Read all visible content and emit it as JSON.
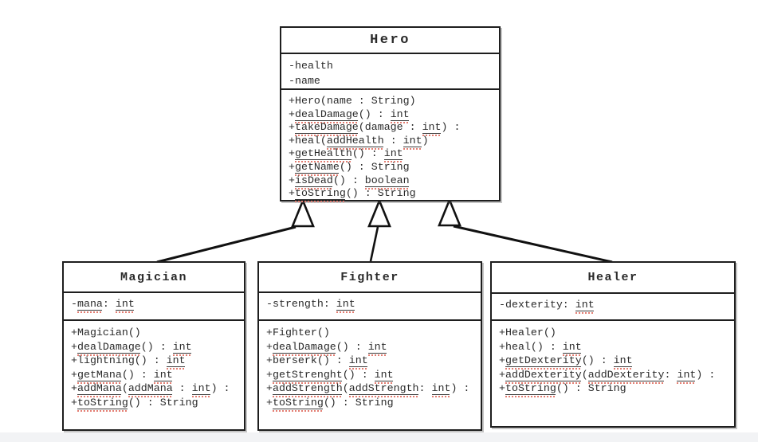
{
  "diagram": {
    "type": "uml-class-diagram",
    "colors": {
      "background": "#ffffff",
      "border": "#1e1e1e",
      "text": "#2a2a2a",
      "squiggle": "#e37d72",
      "solid_underline": "#3a3a3a",
      "bottom_strip": "#f2f3f5"
    },
    "classes": [
      {
        "id": "hero",
        "title": "Hero",
        "attributes": [
          [
            {
              "t": "-health",
              "u": false
            }
          ],
          [
            {
              "t": "-name",
              "u": false
            }
          ]
        ],
        "methods": [
          [
            {
              "t": "+Hero(name : String)",
              "u": false
            }
          ],
          [
            {
              "t": "+",
              "u": false
            },
            {
              "t": "dealDamage",
              "u": true
            },
            {
              "t": "() : ",
              "u": false
            },
            {
              "t": "int",
              "u": true
            }
          ],
          [
            {
              "t": "+",
              "u": false
            },
            {
              "t": "takeDamage",
              "u": true
            },
            {
              "t": "(damage : ",
              "u": false
            },
            {
              "t": "int",
              "u": true
            },
            {
              "t": ") :",
              "u": false
            }
          ],
          [
            {
              "t": "+heal(",
              "u": false
            },
            {
              "t": "addHealth",
              "u": true
            },
            {
              "t": " : ",
              "u": false
            },
            {
              "t": "int",
              "u": true
            },
            {
              "t": ")",
              "u": false
            }
          ],
          [
            {
              "t": "+",
              "u": false
            },
            {
              "t": "getHealth",
              "u": true
            },
            {
              "t": "() : ",
              "u": false
            },
            {
              "t": "int",
              "u": true
            }
          ],
          [
            {
              "t": "+",
              "u": false
            },
            {
              "t": "getName",
              "u": true
            },
            {
              "t": "() : String",
              "u": false
            }
          ],
          [
            {
              "t": "+",
              "u": false
            },
            {
              "t": "isDead",
              "u": true
            },
            {
              "t": "() : ",
              "u": false
            },
            {
              "t": "boolean",
              "u": true
            }
          ],
          [
            {
              "t": "+",
              "u": false
            },
            {
              "t": "toString",
              "u": true
            },
            {
              "t": "() : String",
              "u": false
            }
          ]
        ]
      },
      {
        "id": "magician",
        "title": "Magician",
        "attributes": [
          [
            {
              "t": "-",
              "u": false
            },
            {
              "t": "mana",
              "u": true
            },
            {
              "t": ": ",
              "u": false
            },
            {
              "t": "int",
              "u": true
            }
          ]
        ],
        "methods": [
          [
            {
              "t": "+Magician()",
              "u": false
            }
          ],
          [
            {
              "t": "+",
              "u": false
            },
            {
              "t": "dealDamage",
              "u": true
            },
            {
              "t": "() : ",
              "u": false
            },
            {
              "t": "int",
              "u": true
            }
          ],
          [
            {
              "t": "+lightning() : ",
              "u": false
            },
            {
              "t": "int",
              "u": true
            }
          ],
          [
            {
              "t": "+",
              "u": false
            },
            {
              "t": "getMana",
              "u": true
            },
            {
              "t": "() : ",
              "u": false
            },
            {
              "t": "int",
              "u": true
            }
          ],
          [
            {
              "t": "+",
              "u": false
            },
            {
              "t": "addMana",
              "u": true
            },
            {
              "t": "(",
              "u": false
            },
            {
              "t": "addMana",
              "u": true
            },
            {
              "t": " : ",
              "u": false
            },
            {
              "t": "int",
              "u": true
            },
            {
              "t": ") :",
              "u": false
            }
          ],
          [
            {
              "t": "+",
              "u": false
            },
            {
              "t": "toString",
              "u": true
            },
            {
              "t": "() : String",
              "u": false
            }
          ]
        ]
      },
      {
        "id": "fighter",
        "title": "Fighter",
        "attributes": [
          [
            {
              "t": "-strength: ",
              "u": false
            },
            {
              "t": "int",
              "u": true
            }
          ]
        ],
        "methods": [
          [
            {
              "t": "+Fighter()",
              "u": false
            }
          ],
          [
            {
              "t": "+",
              "u": false
            },
            {
              "t": "dealDamage",
              "u": true
            },
            {
              "t": "() : ",
              "u": false
            },
            {
              "t": "int",
              "u": true
            }
          ],
          [
            {
              "t": "+berserk() : ",
              "u": false
            },
            {
              "t": "int",
              "u": true
            }
          ],
          [
            {
              "t": "+",
              "u": false
            },
            {
              "t": "getStrenght",
              "u": true
            },
            {
              "t": "() : ",
              "u": false
            },
            {
              "t": "int",
              "u": true
            }
          ],
          [
            {
              "t": "+",
              "u": false
            },
            {
              "t": "addStrength",
              "u": true
            },
            {
              "t": "(",
              "u": false
            },
            {
              "t": "addStrength",
              "u": true
            },
            {
              "t": ": ",
              "u": false
            },
            {
              "t": "int",
              "u": true
            },
            {
              "t": ") :",
              "u": false
            }
          ],
          [
            {
              "t": "+",
              "u": false
            },
            {
              "t": "toString",
              "u": true
            },
            {
              "t": "() : String",
              "u": false
            }
          ]
        ]
      },
      {
        "id": "healer",
        "title": "Healer",
        "attributes": [
          [
            {
              "t": "-dexterity: ",
              "u": false
            },
            {
              "t": "int",
              "u": true
            }
          ]
        ],
        "methods": [
          [
            {
              "t": "+Healer()",
              "u": false
            }
          ],
          [
            {
              "t": "+heal() : ",
              "u": false
            },
            {
              "t": "int",
              "u": true
            }
          ],
          [
            {
              "t": "+",
              "u": false
            },
            {
              "t": "getDexterity",
              "u": true
            },
            {
              "t": "() : ",
              "u": false
            },
            {
              "t": "int",
              "u": true
            }
          ],
          [
            {
              "t": "+",
              "u": false
            },
            {
              "t": "addDexterity",
              "u": true
            },
            {
              "t": "(",
              "u": false
            },
            {
              "t": "addDexterity",
              "u": true
            },
            {
              "t": ": ",
              "u": false
            },
            {
              "t": "int",
              "u": true
            },
            {
              "t": ") :",
              "u": false
            }
          ],
          [
            {
              "t": "+",
              "u": false
            },
            {
              "t": "toString",
              "u": true
            },
            {
              "t": "() : String",
              "u": false
            }
          ]
        ]
      }
    ],
    "relations": [
      {
        "from": "Magician",
        "to": "Hero",
        "type": "generalization"
      },
      {
        "from": "Fighter",
        "to": "Hero",
        "type": "generalization"
      },
      {
        "from": "Healer",
        "to": "Hero",
        "type": "generalization"
      }
    ]
  }
}
